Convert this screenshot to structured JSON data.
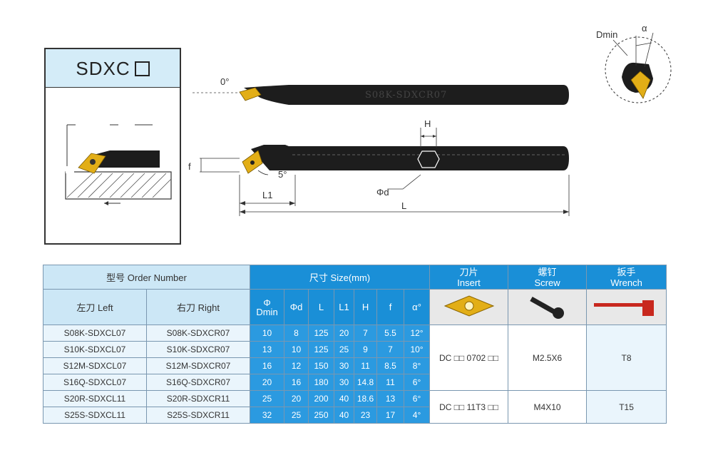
{
  "title": {
    "text": "SDXC",
    "box": "□"
  },
  "drawing": {
    "angle_zero": "0°",
    "bar_marking": "S08K-SDXCR07",
    "H": "H",
    "f": "f",
    "five_deg": "5°",
    "L1": "L1",
    "L": "L",
    "phi_d": "Φd",
    "dmin": "Dmin",
    "alpha": "α"
  },
  "table": {
    "header": {
      "order_number": "型号 Order Number",
      "size": "尺寸 Size(mm)",
      "insert": {
        "cn": "刀片",
        "en": "Insert"
      },
      "screw": {
        "cn": "螺钉",
        "en": "Screw"
      },
      "wrench": {
        "cn": "扳手",
        "en": "Wrench"
      },
      "left": "左刀 Left",
      "right": "右刀 Right",
      "cols": [
        {
          "top": "Φ",
          "bottom": "Dmin"
        },
        {
          "top": "Φd",
          "bottom": ""
        },
        {
          "top": "L",
          "bottom": ""
        },
        {
          "top": "L1",
          "bottom": ""
        },
        {
          "top": "H",
          "bottom": ""
        },
        {
          "top": "f",
          "bottom": ""
        },
        {
          "top": "α°",
          "bottom": ""
        }
      ]
    },
    "rows": [
      {
        "left": "S08K-SDXCL07",
        "right": "S08K-SDXCR07",
        "dmin": "10",
        "d": "8",
        "L": "125",
        "L1": "20",
        "H": "7",
        "f": "5.5",
        "a": "12°"
      },
      {
        "left": "S10K-SDXCL07",
        "right": "S10K-SDXCR07",
        "dmin": "13",
        "d": "10",
        "L": "125",
        "L1": "25",
        "H": "9",
        "f": "7",
        "a": "10°"
      },
      {
        "left": "S12M-SDXCL07",
        "right": "S12M-SDXCR07",
        "dmin": "16",
        "d": "12",
        "L": "150",
        "L1": "30",
        "H": "11",
        "f": "8.5",
        "a": "8°"
      },
      {
        "left": "S16Q-SDXCL07",
        "right": "S16Q-SDXCR07",
        "dmin": "20",
        "d": "16",
        "L": "180",
        "L1": "30",
        "H": "14.8",
        "f": "11",
        "a": "6°"
      },
      {
        "left": "S20R-SDXCL11",
        "right": "S20R-SDXCR11",
        "dmin": "25",
        "d": "20",
        "L": "200",
        "L1": "40",
        "H": "18.6",
        "f": "13",
        "a": "6°"
      },
      {
        "left": "S25S-SDXCL11",
        "right": "S25S-SDXCR11",
        "dmin": "32",
        "d": "25",
        "L": "250",
        "L1": "40",
        "H": "23",
        "f": "17",
        "a": "4°"
      }
    ],
    "groups": [
      {
        "insert_pre": "DC",
        "insert_post": "0702",
        "screw": "M2.5X6",
        "wrench": "T8"
      },
      {
        "insert_pre": "DC",
        "insert_post": "11T3",
        "screw": "M4X10",
        "wrench": "T15"
      }
    ]
  },
  "colors": {
    "header_blue": "#1a8fd7",
    "light_blue": "#cce7f6",
    "insert_gold": "#e8b419",
    "wrench_red": "#c8281e"
  }
}
